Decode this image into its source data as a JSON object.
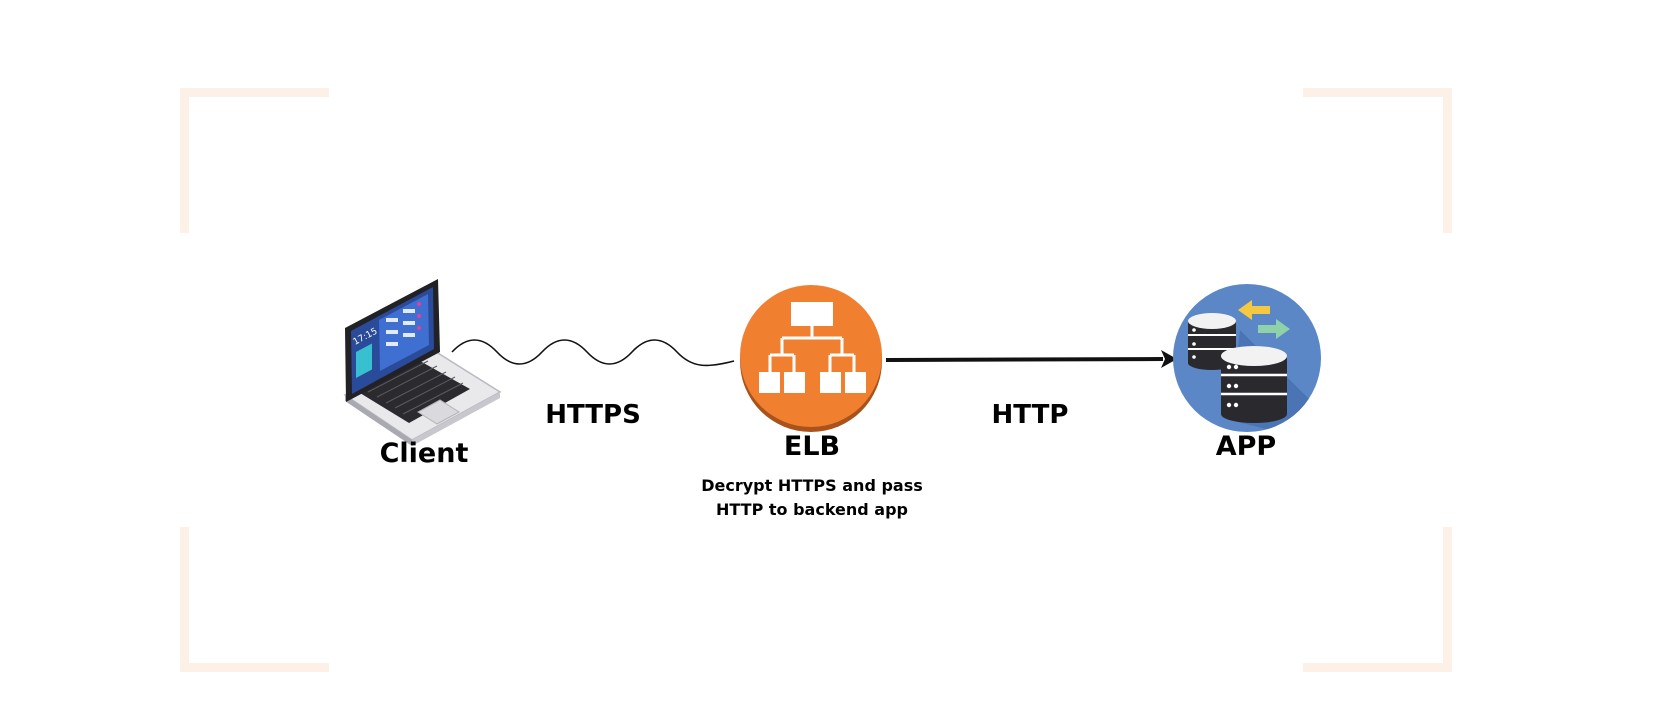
{
  "nodes": {
    "client": {
      "label": "Client",
      "icon": "laptop-icon"
    },
    "elb": {
      "label": "ELB",
      "description": "Decrypt HTTPS and pass HTTP to backend app",
      "icon": "load-balancer-icon",
      "color": "#f08030"
    },
    "app": {
      "label": "APP",
      "icon": "database-servers-icon",
      "color": "#5b87c7"
    }
  },
  "edges": {
    "client_to_elb": {
      "label": "HTTPS",
      "style": "wavy"
    },
    "elb_to_app": {
      "label": "HTTP",
      "style": "arrow"
    }
  },
  "laptop_screen_time": "17:15",
  "colors": {
    "frame_corners": "#fdf0e6",
    "elb_orange": "#f08030",
    "app_blue": "#5b87c7"
  }
}
